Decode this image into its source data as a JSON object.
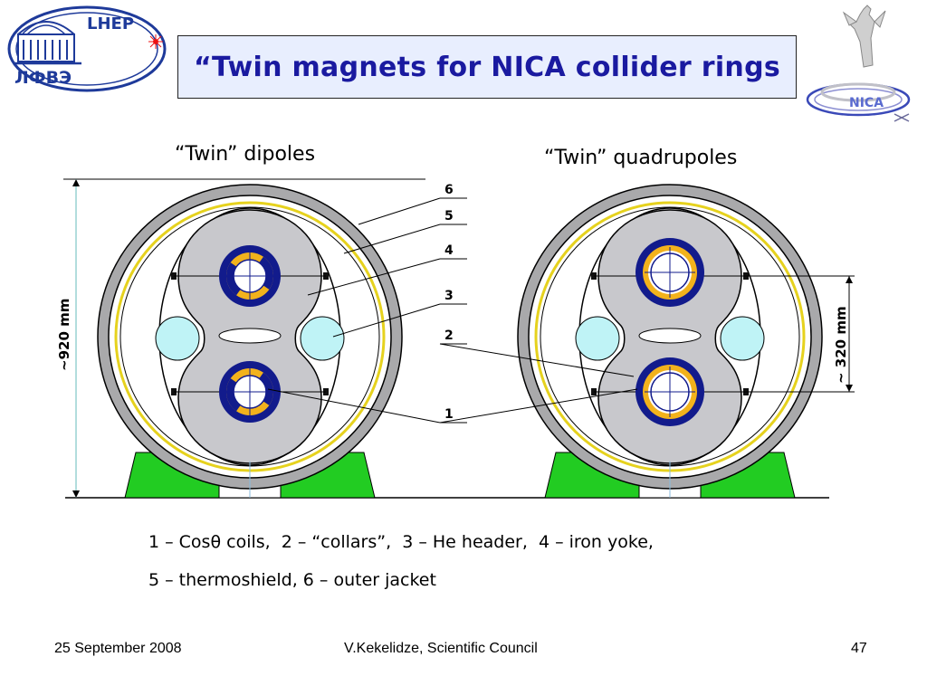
{
  "logo_left": {
    "top_text": "LHEP",
    "bottom_text": "ЛФВЭ"
  },
  "logo_right": {
    "text": "NICA"
  },
  "title": "“Twin magnets for NICA collider rings",
  "left_diagram_title": "“Twin” dipoles",
  "right_diagram_title": "“Twin” quadrupoles",
  "dimension_left": "~920 mm",
  "dimension_right": "~ 320 mm",
  "callouts": [
    "6",
    "5",
    "4",
    "3",
    "2",
    "1"
  ],
  "legend_line1": "1 – Cosθ coils,  2 – “collars”,  3 – He header,  4 – iron yoke,",
  "legend_line2": "5 – thermoshield, 6 – outer jacket",
  "footer": {
    "date": "25 September 2008",
    "author": "V.Kekelidze, Scientific Council",
    "page": "47"
  },
  "colors": {
    "title_text": "#1a1aa0",
    "title_background": "#e8eefe",
    "iron_yoke": "#c8c8cc",
    "jacket": "#a9a9ab",
    "thermoshield": "#e6d21e",
    "support": "#22cc22",
    "he_header": "#bff3f6",
    "coil_blue": "#121b8c",
    "coil_gold": "#f2b21c"
  }
}
